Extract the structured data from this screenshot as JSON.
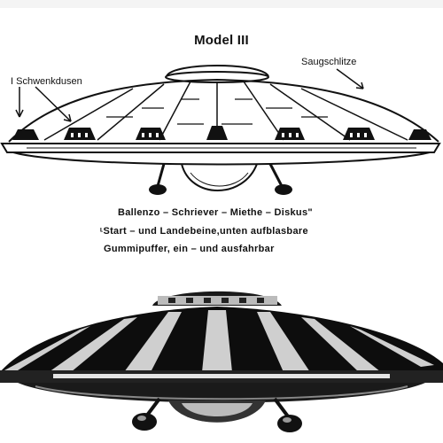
{
  "title": "Model III",
  "labels": {
    "left": "I Schwenkdusen",
    "right": "Saugschlitze"
  },
  "caption": [
    "Ballenzo – Schriever – Miethe – Diskus\"",
    "ᶫStart – und Landebeine,unten aufblasbare",
    "Gummipuffer, ein – und ausfahrbar"
  ]
}
